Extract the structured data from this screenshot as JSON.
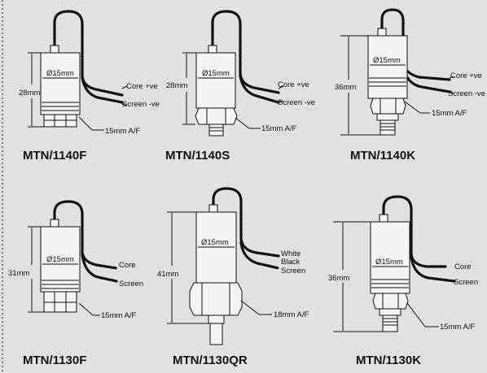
{
  "diagram": {
    "sensors": [
      {
        "id": "MTN/1140F",
        "title": "MTN/1140F",
        "height": "28mm",
        "diameter": "Ø15mm",
        "wires": [
          "Core +ve",
          "Screen -ve"
        ],
        "fitting": "15mm A/F",
        "style": "flush"
      },
      {
        "id": "MTN/1140S",
        "title": "MTN/1140S",
        "height": "28mm",
        "diameter": "Ø15mm",
        "wires": [
          "Core +ve",
          "Screen -ve"
        ],
        "fitting": "15mm A/F",
        "style": "hex-stub"
      },
      {
        "id": "MTN/1140K",
        "title": "MTN/1140K",
        "height": "36mm",
        "diameter": "Ø15mm",
        "wires": [
          "Core +ve",
          "Screen -ve"
        ],
        "fitting": "15mm A/F",
        "style": "hex-thread"
      },
      {
        "id": "MTN/1130F",
        "title": "MTN/1130F",
        "height": "31mm",
        "diameter": "Ø15mm",
        "wires": [
          "Core",
          "Screen"
        ],
        "fitting": "15mm A/F",
        "style": "flush"
      },
      {
        "id": "MTN/1130QR",
        "title": "MTN/1130QR",
        "height": "41mm",
        "diameter": "Ø15mm",
        "wires": [
          "White",
          "Black",
          "Screen"
        ],
        "fitting": "18mm A/F",
        "style": "big-hex"
      },
      {
        "id": "MTN/1130K",
        "title": "MTN/1130K",
        "height": "36mm",
        "diameter": "Ø15mm",
        "wires": [
          "Core",
          "Screen"
        ],
        "fitting": "15mm A/F",
        "style": "hex-thread"
      }
    ]
  }
}
